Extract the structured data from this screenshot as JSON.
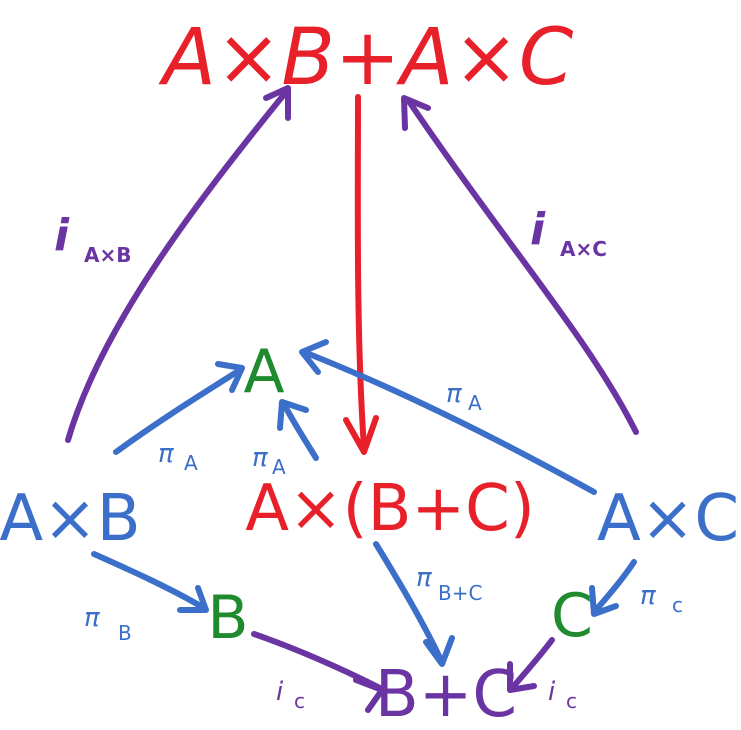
{
  "colors": {
    "red": "#e8202a",
    "blue": "#3b6fc9",
    "green": "#1f8a2e",
    "purple": "#6a35a3"
  },
  "nodes": {
    "top": "A×B+A×C",
    "a": "A",
    "axb": "A×B",
    "axbc": "A×(B+C)",
    "axc": "A×C",
    "b": "B",
    "c": "C",
    "bpc": "B+C"
  },
  "labels": {
    "i_axb": {
      "main": "i",
      "sub": "A×B"
    },
    "i_axc": {
      "main": "i",
      "sub": "A×C"
    },
    "pi_a_left": {
      "main": "π",
      "sub": "A"
    },
    "pi_a_mid": {
      "main": "π",
      "sub": "A"
    },
    "pi_a_right": {
      "main": "π",
      "sub": "A"
    },
    "pi_b": {
      "main": "π",
      "sub": "B"
    },
    "pi_bc": {
      "main": "π",
      "sub": "B+C"
    },
    "pi_c": {
      "main": "π",
      "sub": "c"
    },
    "i_c_left": {
      "main": "i",
      "sub": "c"
    },
    "i_c_right": {
      "main": "i",
      "sub": "c"
    }
  }
}
